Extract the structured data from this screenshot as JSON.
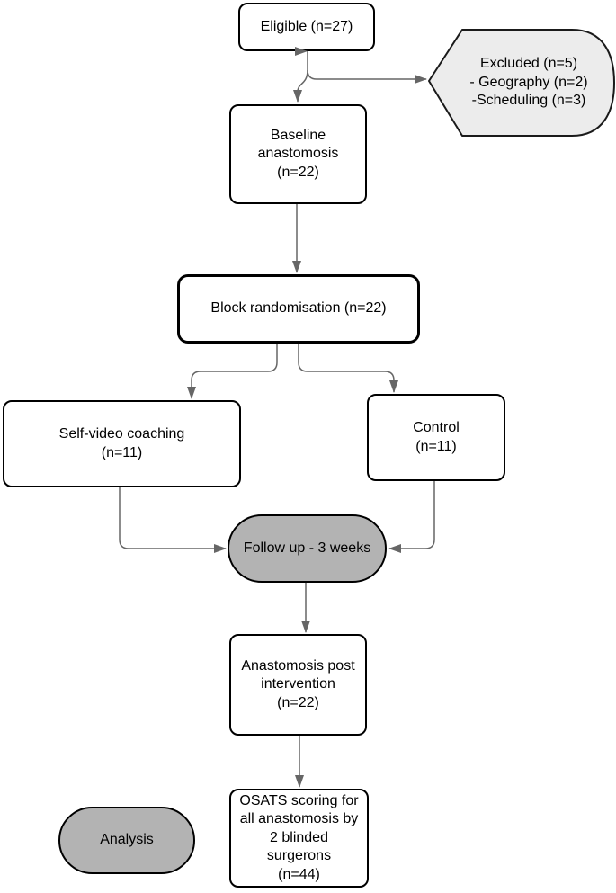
{
  "diagram": {
    "type": "flowchart",
    "nodes": {
      "eligible": {
        "shape": "rounded-rect",
        "label": "Eligible (n=27)"
      },
      "excluded": {
        "shape": "display-hexagon",
        "lines": [
          "Excluded (n=5)",
          "- Geography (n=2)",
          "-Scheduling (n=3)"
        ]
      },
      "baseline": {
        "shape": "rounded-rect",
        "lines": [
          "Baseline",
          "anastomosis",
          "(n=22)"
        ]
      },
      "randomisation": {
        "shape": "rounded-rect-bold",
        "label": "Block randomisation (n=22)"
      },
      "self_video": {
        "shape": "rounded-rect",
        "lines": [
          "Self-video coaching",
          "(n=11)"
        ]
      },
      "control": {
        "shape": "rounded-rect",
        "lines": [
          "Control",
          "(n=11)"
        ]
      },
      "follow_up": {
        "shape": "pill",
        "label": "Follow up - 3 weeks"
      },
      "post_intervention": {
        "shape": "rounded-rect",
        "lines": [
          "Anastomosis post",
          "intervention",
          "(n=22)"
        ]
      },
      "osats": {
        "shape": "rounded-rect",
        "lines": [
          "OSATS scoring for",
          "all anastomosis by",
          "2 blinded",
          "surgerons",
          "(n=44)"
        ]
      },
      "analysis": {
        "shape": "pill",
        "label": "Analysis"
      }
    },
    "edges": [
      {
        "from": "eligible",
        "to": "excluded"
      },
      {
        "from": "eligible",
        "to": "baseline"
      },
      {
        "from": "baseline",
        "to": "randomisation"
      },
      {
        "from": "randomisation",
        "to": "self_video"
      },
      {
        "from": "randomisation",
        "to": "control"
      },
      {
        "from": "self_video",
        "to": "follow_up"
      },
      {
        "from": "control",
        "to": "follow_up"
      },
      {
        "from": "follow_up",
        "to": "post_intervention"
      },
      {
        "from": "post_intervention",
        "to": "osats"
      }
    ],
    "colors": {
      "node_fill": "#ffffff",
      "node_border": "#000000",
      "pill_fill": "#b3b3b3",
      "hexagon_fill": "#ececec",
      "connector": "#666666",
      "text": "#000000"
    }
  }
}
